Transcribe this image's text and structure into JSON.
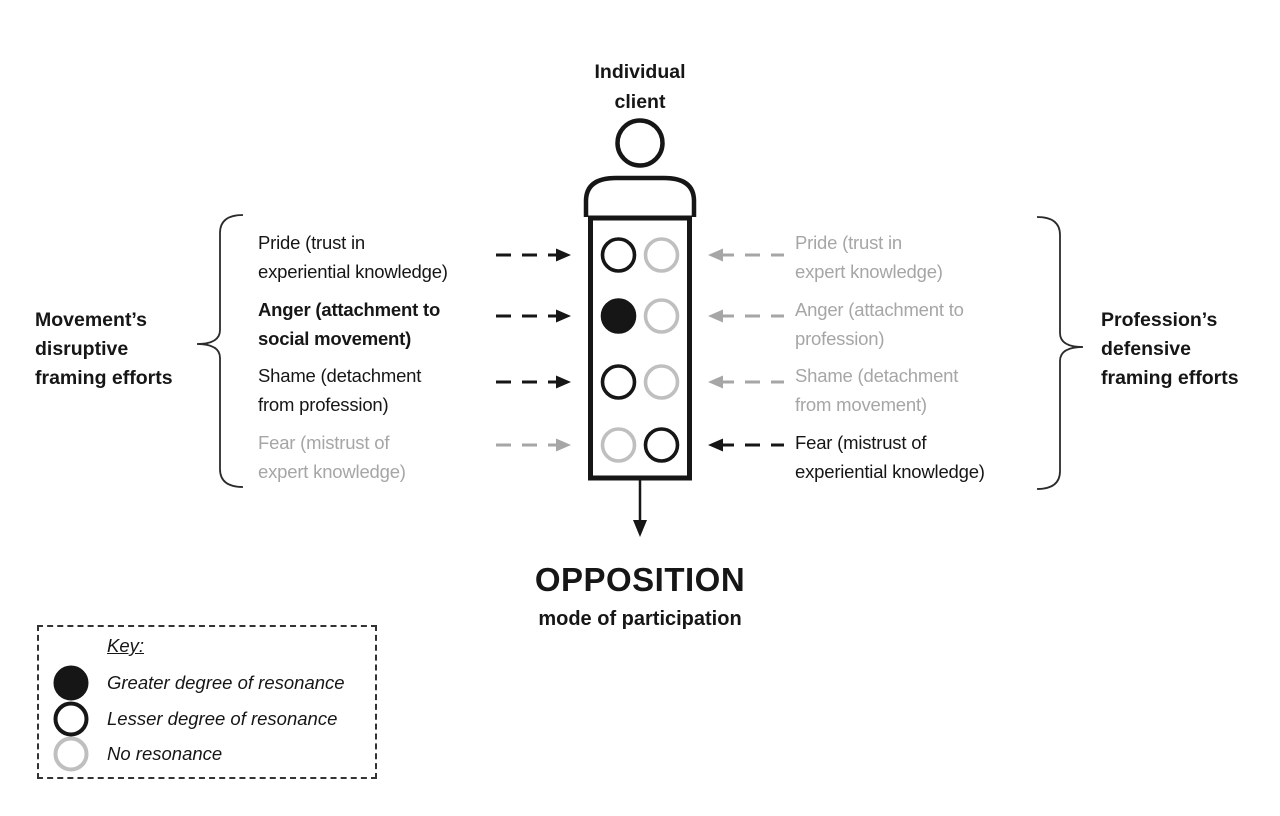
{
  "colors": {
    "ink": "#161616",
    "muted_gray": "#a6a6a6",
    "faint_circle_gray": "#bfbfbf"
  },
  "client": {
    "label_lines": [
      "Individual",
      "client"
    ]
  },
  "movement_group": {
    "label_lines": [
      "Movement’s",
      "disruptive",
      "framing efforts"
    ]
  },
  "profession_group": {
    "label_lines": [
      "Profession’s",
      "defensive",
      "framing efforts"
    ]
  },
  "frames": {
    "rows": [
      {
        "movement_lines": [
          "Pride (trust in",
          "experiential knowledge)"
        ],
        "movement_state": "active",
        "movement_arrow": "active",
        "movement_circle": "lesser",
        "profession_lines": [
          "Pride (trust in",
          "expert knowledge)"
        ],
        "profession_state": "inactive",
        "profession_arrow": "inactive",
        "profession_circle": "none"
      },
      {
        "movement_lines": [
          "Anger (attachment to",
          "social movement)"
        ],
        "movement_state": "active bold",
        "movement_arrow": "active",
        "movement_circle": "greater",
        "profession_lines": [
          "Anger (attachment to",
          "profession)"
        ],
        "profession_state": "inactive",
        "profession_arrow": "inactive",
        "profession_circle": "none"
      },
      {
        "movement_lines": [
          "Shame (detachment",
          "from profession)"
        ],
        "movement_state": "active",
        "movement_arrow": "active",
        "movement_circle": "lesser",
        "profession_lines": [
          "Shame (detachment",
          "from movement)"
        ],
        "profession_state": "inactive",
        "profession_arrow": "inactive",
        "profession_circle": "none"
      },
      {
        "movement_lines": [
          "Fear (mistrust of",
          "expert knowledge)"
        ],
        "movement_state": "inactive",
        "movement_arrow": "inactive",
        "movement_circle": "none",
        "profession_lines": [
          "Fear (mistrust of",
          "experiential knowledge)"
        ],
        "profession_state": "active",
        "profession_arrow": "active",
        "profession_circle": "lesser"
      }
    ]
  },
  "outcome": {
    "title": "OPPOSITION",
    "subtitle": "mode of participation"
  },
  "key": {
    "title": "Key:",
    "items": [
      {
        "symbol": "greater",
        "label": "Greater degree of resonance"
      },
      {
        "symbol": "lesser",
        "label": "Lesser degree of resonance"
      },
      {
        "symbol": "none",
        "label": "No resonance"
      }
    ]
  }
}
